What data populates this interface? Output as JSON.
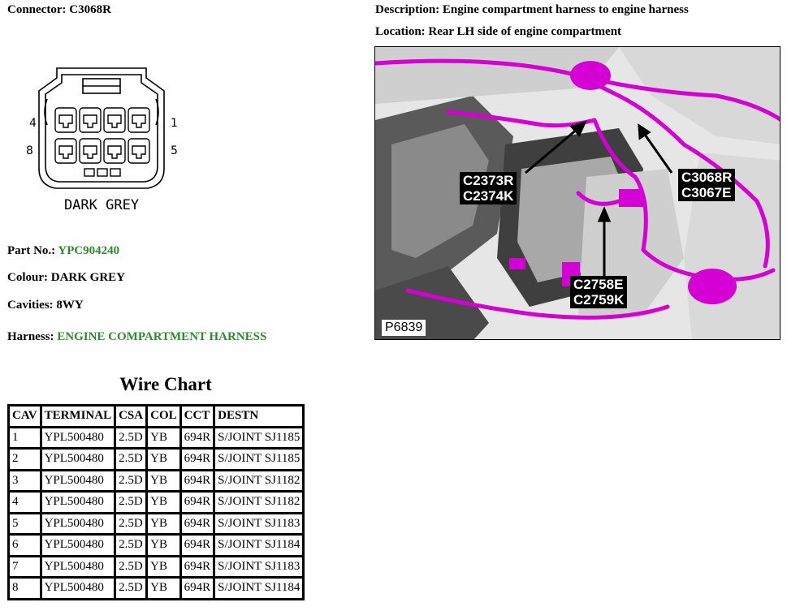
{
  "connector": {
    "label": "Connector:",
    "value": "C3068R",
    "pin_labels": {
      "tl": "4",
      "tr": "1",
      "bl": "8",
      "br": "5"
    },
    "drawing_caption": "DARK GREY"
  },
  "description": {
    "label": "Description:",
    "value": "Engine compartment harness to engine harness"
  },
  "location": {
    "label": "Location:",
    "value": "Rear LH side of engine compartment"
  },
  "details": {
    "part_no": {
      "label": "Part No.:",
      "value": "YPC904240"
    },
    "colour": {
      "label": "Colour:",
      "value": "DARK GREY"
    },
    "cavities": {
      "label": "Cavities:",
      "value": "8WY"
    },
    "harness": {
      "label": "Harness:",
      "value": "ENGINE COMPARTMENT HARNESS"
    }
  },
  "photo": {
    "callouts": [
      {
        "line1": "C2373R",
        "line2": "C2374K"
      },
      {
        "line1": "C3068R",
        "line2": "C3067E"
      },
      {
        "line1": "C2758E",
        "line2": "C2759K"
      }
    ],
    "id": "P6839"
  },
  "wire_chart": {
    "title": "Wire Chart",
    "headers": [
      "CAV",
      "TERMINAL",
      "CSA",
      "COL",
      "CCT",
      "DESTN"
    ],
    "rows": [
      [
        "1",
        "YPL500480",
        "2.5D",
        "YB",
        "694R",
        "S/JOINT SJ1185"
      ],
      [
        "2",
        "YPL500480",
        "2.5D",
        "YB",
        "694R",
        "S/JOINT SJ1185"
      ],
      [
        "3",
        "YPL500480",
        "2.5D",
        "YB",
        "694R",
        "S/JOINT SJ1182"
      ],
      [
        "4",
        "YPL500480",
        "2.5D",
        "YB",
        "694R",
        "S/JOINT SJ1182"
      ],
      [
        "5",
        "YPL500480",
        "2.5D",
        "YB",
        "694R",
        "S/JOINT SJ1183"
      ],
      [
        "6",
        "YPL500480",
        "2.5D",
        "YB",
        "694R",
        "S/JOINT SJ1184"
      ],
      [
        "7",
        "YPL500480",
        "2.5D",
        "YB",
        "694R",
        "S/JOINT SJ1183"
      ],
      [
        "8",
        "YPL500480",
        "2.5D",
        "YB",
        "694R",
        "S/JOINT SJ1184"
      ]
    ]
  },
  "colors": {
    "link_green": "#2a8f2a",
    "harness_magenta": "#d400d4"
  }
}
